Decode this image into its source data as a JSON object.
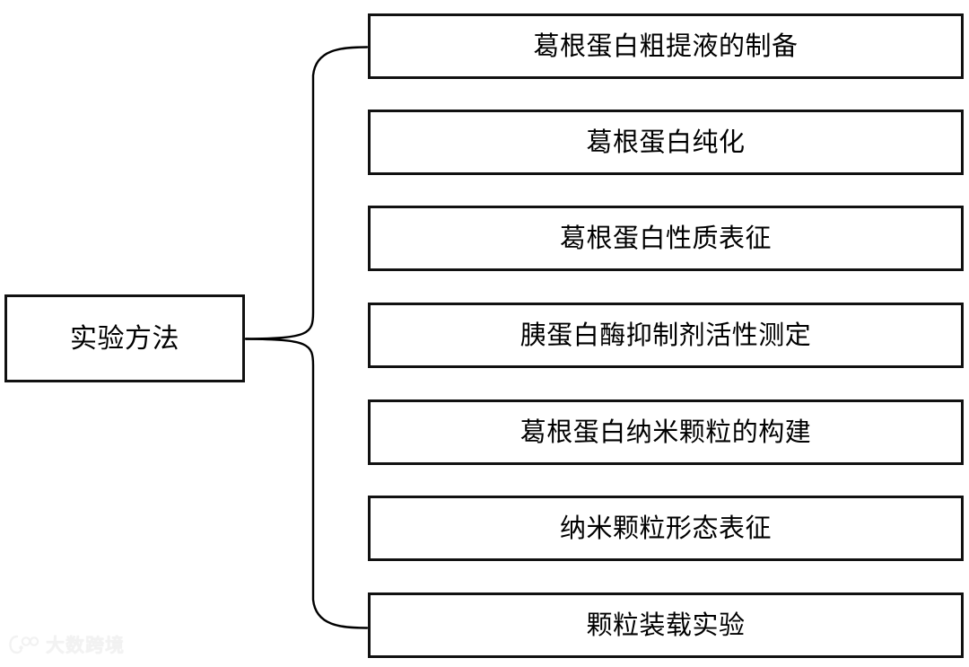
{
  "diagram": {
    "type": "brace-map",
    "title": "实验方法",
    "root": {
      "label": "实验方法"
    },
    "branches": [
      {
        "label": "葛根蛋白粗提液的制备"
      },
      {
        "label": "葛根蛋白纯化"
      },
      {
        "label": "葛根蛋白性质表征"
      },
      {
        "label": "胰蛋白酶抑制剂活性测定"
      },
      {
        "label": "葛根蛋白纳米颗粒的构建"
      },
      {
        "label": "纳米颗粒形态表征"
      },
      {
        "label": "颗粒装载实验"
      }
    ],
    "colors": {
      "background": "#ffffff",
      "box_border": "#111111",
      "box_fill": "#ffffff",
      "text": "#000000",
      "connector": "#000000",
      "watermark": "#f2f2f2"
    }
  },
  "watermark": {
    "text": "大数跨境",
    "icon": "logo-icon"
  }
}
